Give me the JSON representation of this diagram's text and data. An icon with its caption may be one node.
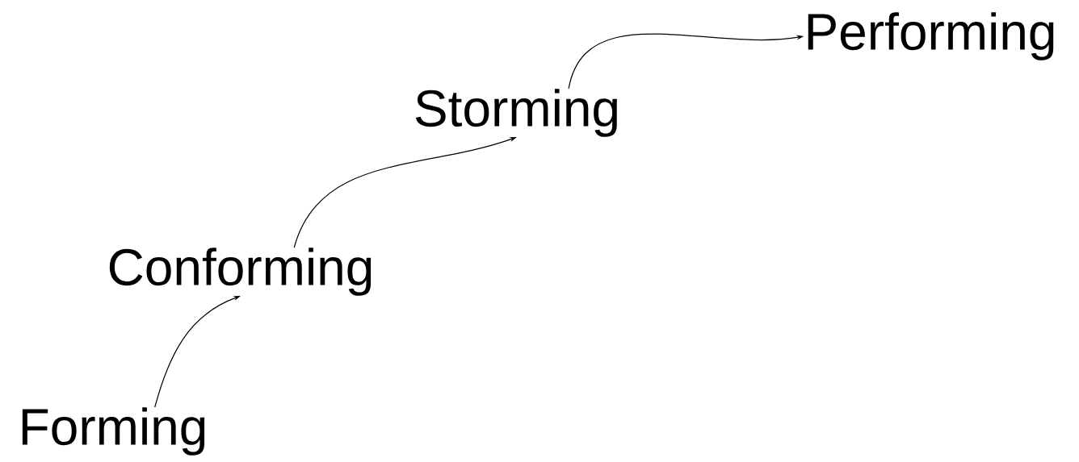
{
  "diagram": {
    "nodes": [
      {
        "text": [
          "Forming"
        ]
      },
      {
        "text": [
          "Conforming"
        ]
      },
      {
        "text": [
          "Storming"
        ]
      },
      {
        "text": [
          "Performing"
        ]
      }
    ],
    "edges": [
      {
        "from": 0,
        "to": 1,
        "arrow": "to"
      },
      {
        "from": 1,
        "to": 2,
        "arrow": "to"
      },
      {
        "from": 2,
        "to": 3,
        "arrow": "to"
      }
    ]
  }
}
